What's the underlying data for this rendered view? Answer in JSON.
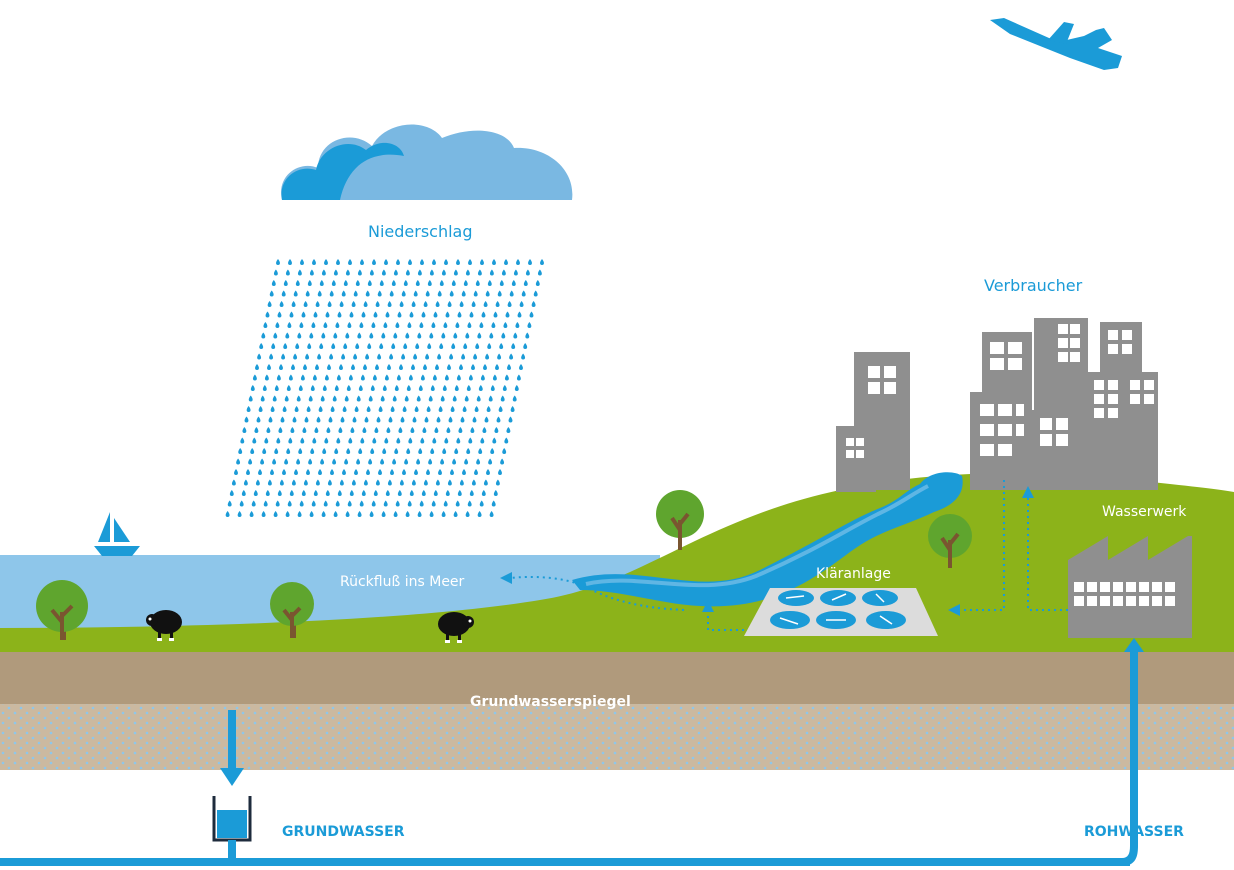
{
  "labels": {
    "niederschlag": "Niederschlag",
    "verbraucher": "Verbraucher",
    "wasserwerk": "Wasserwerk",
    "klaeranlage": "Kläranlage",
    "rueckfluss": "Rückfluß ins Meer",
    "grundwasserspiegel": "Grundwasserspiegel",
    "grundwasser": "GRUNDWASSER",
    "rohwasser": "ROHWASSER"
  },
  "colors": {
    "water_blue": "#1b9bd7",
    "sea_blue": "#8ec6ea",
    "cloud_light": "#7ab8e2",
    "grass_green": "#8cb31a",
    "soil_brown": "#b09a7c",
    "aquifer_tan": "#cbb9a0",
    "building_gray": "#8f8f8f",
    "tree_green": "#5fa52e",
    "trunk_brown": "#7a5530"
  }
}
